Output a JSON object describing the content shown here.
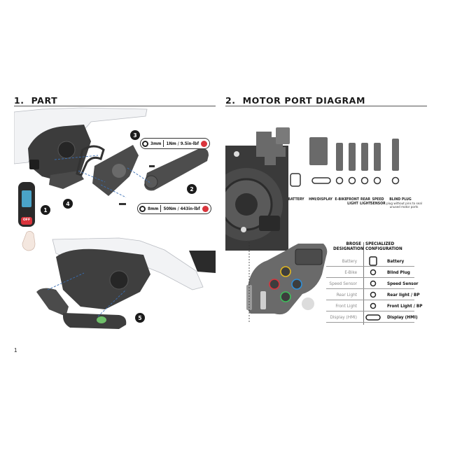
{
  "section1": {
    "number": "1.",
    "title": "PART"
  },
  "section2": {
    "number": "2.",
    "title": "MOTOR PORT DIAGRAM"
  },
  "callouts": {
    "c1": "1",
    "c2": "2",
    "c3": "3",
    "c4": "4",
    "c5": "5"
  },
  "torque_small": {
    "size": "3mm",
    "torque": "1Nm / 9.5in-lbf"
  },
  "torque_large": {
    "size": "8mm",
    "torque": "50Nm / 443in-lbf"
  },
  "remote": {
    "off_label": "OFF"
  },
  "plug_labels": {
    "battery": "BATTERY",
    "hmi": "HMI/DISPLAY",
    "ebike": "E-BIKE",
    "front_light_1": "FRONT",
    "front_light_2": "LIGHT",
    "rear_light_1": "REAR",
    "rear_light_2": "LIGHT",
    "speed_sensor_1": "SPEED",
    "speed_sensor_2": "SENSOR",
    "blind_plug": "BLIND PLUG",
    "blind_note_1": "plug without pins to seal",
    "blind_note_2": "unused motor ports"
  },
  "table": {
    "brose_header_1": "BROSE",
    "brose_header_2": "DESIGNATION",
    "spec_header_1": "SPECIALIZED",
    "spec_header_2": "CONFIGURATION",
    "brose_rows": [
      "Battery",
      "E-Bike",
      "Speed Sensor",
      "Rear Light",
      "Front Light",
      "Display (HMI)"
    ],
    "spec_rows": [
      "Battery",
      "Blind Plug",
      "Speed Sensor",
      "Rear light / BP",
      "Front Light / BP",
      "Display (HMI)"
    ]
  },
  "page_number": "1",
  "colors": {
    "accent_red": "#d9343c",
    "text": "#1a1a1a",
    "motor_gray": "#3c3c3c",
    "frame_white": "#f2f3f5"
  }
}
